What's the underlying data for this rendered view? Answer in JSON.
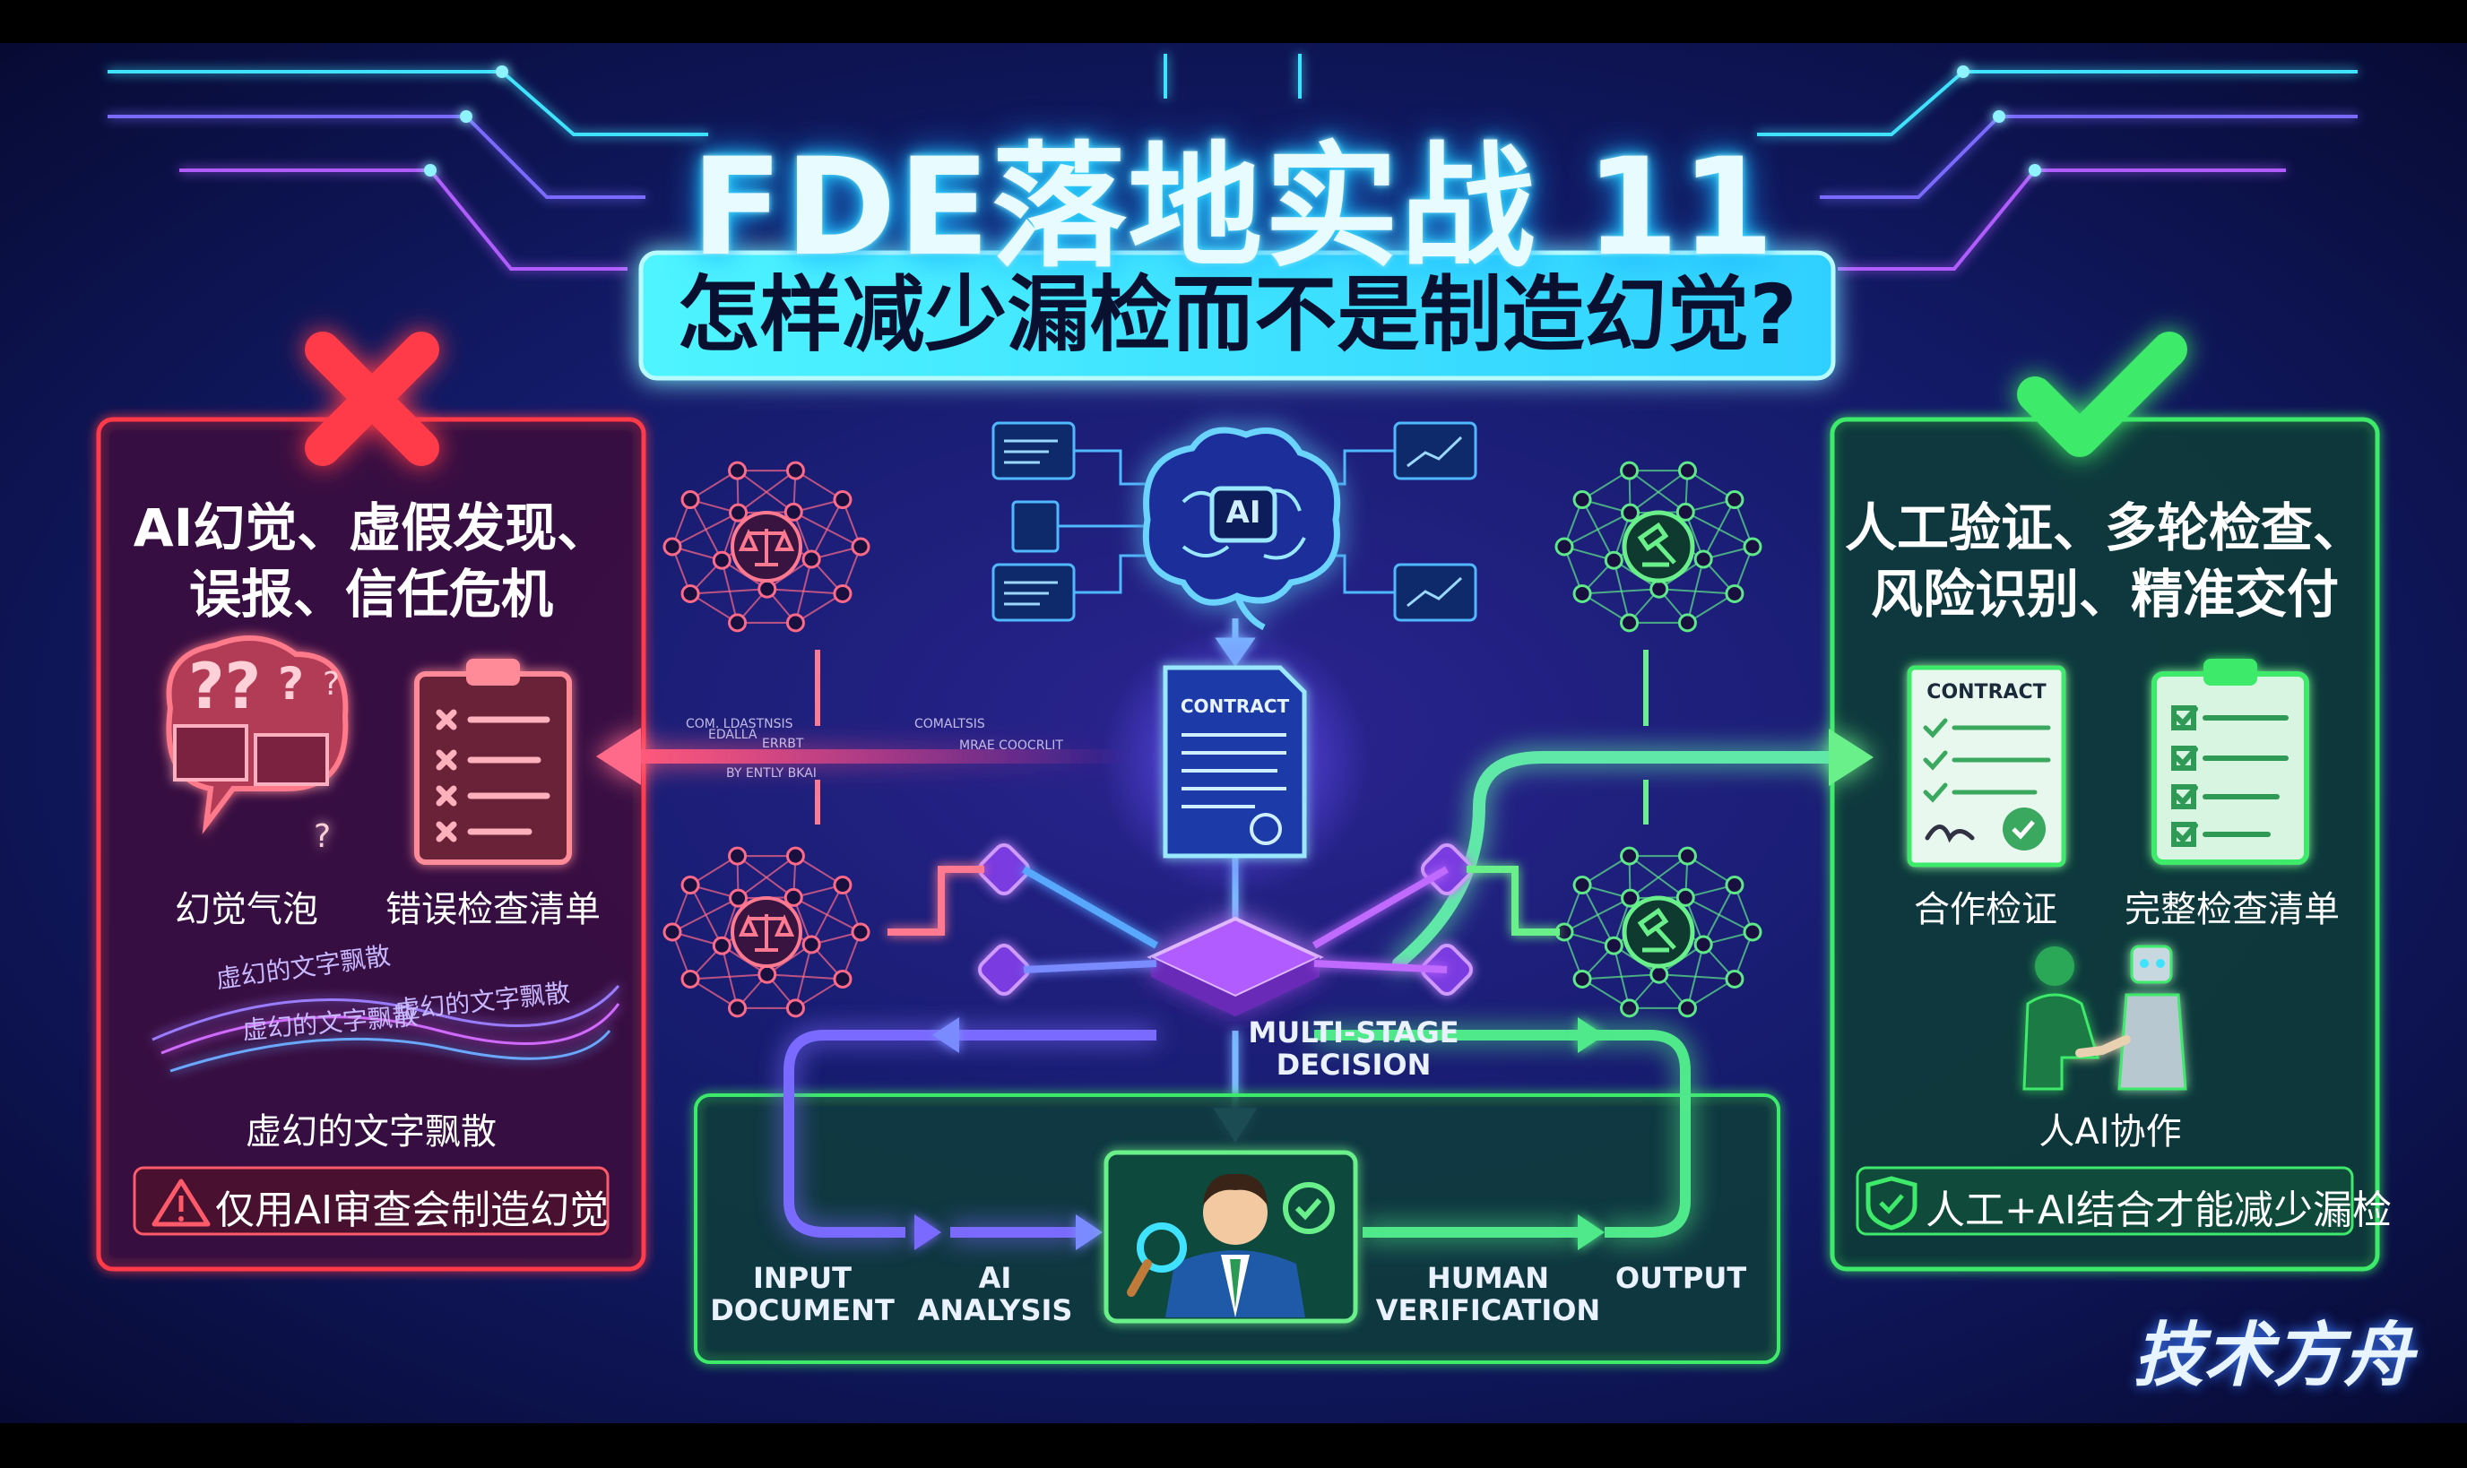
{
  "title": "FDE落地实战 11",
  "subtitle": "怎样减少漏检而不是制造幻觉?",
  "left_panel": {
    "mark": "cross-icon",
    "heading_line1": "AI幻觉、虚假发现、",
    "heading_line2": "误报、信任危机",
    "item1_label": "幻觉气泡",
    "item2_label": "错误检查清单",
    "wave_texts": [
      "虚幻的文字飘散",
      "虚幻的文字飘散",
      "虚幻的文字飘散"
    ],
    "wave_label": "虚幻的文字飘散",
    "warning": "仅用AI审查会制造幻觉"
  },
  "right_panel": {
    "mark": "check-icon",
    "heading_line1": "人工验证、多轮检查、",
    "heading_line2": "风险识别、精准交付",
    "item1_label": "合作检证",
    "item1_doc_title": "CONTRACT",
    "item2_label": "完整检查清单",
    "collab_label": "人AI协作",
    "badge": "人工+AI结合才能减少漏检"
  },
  "center": {
    "brain_label": "AI",
    "contract_label": "CONTRACT",
    "decision_line1": "MULTI-STAGE",
    "decision_line2": "DECISION",
    "glitch_texts": [
      "COMALTSIS",
      "MRAE COOCRLIT",
      "COM. LDASTNSIS",
      "EDALLA",
      "ERRBT",
      "BY ENTLY BKAI"
    ]
  },
  "pipeline": {
    "steps": [
      {
        "line1": "INPUT",
        "line2": "DOCUMENT"
      },
      {
        "line1": "AI",
        "line2": "ANALYSIS"
      },
      {
        "line1": "HUMAN",
        "line2": "VERIFICATION"
      },
      {
        "line1": "OUTPUT",
        "line2": ""
      }
    ]
  },
  "brand": "技术方舟",
  "colors": {
    "bg": "#0b1550",
    "accent_cyan": "#3fe3ff",
    "danger_red": "#ff3b4a",
    "success_green": "#3dea6a",
    "purple": "#a05bff"
  }
}
